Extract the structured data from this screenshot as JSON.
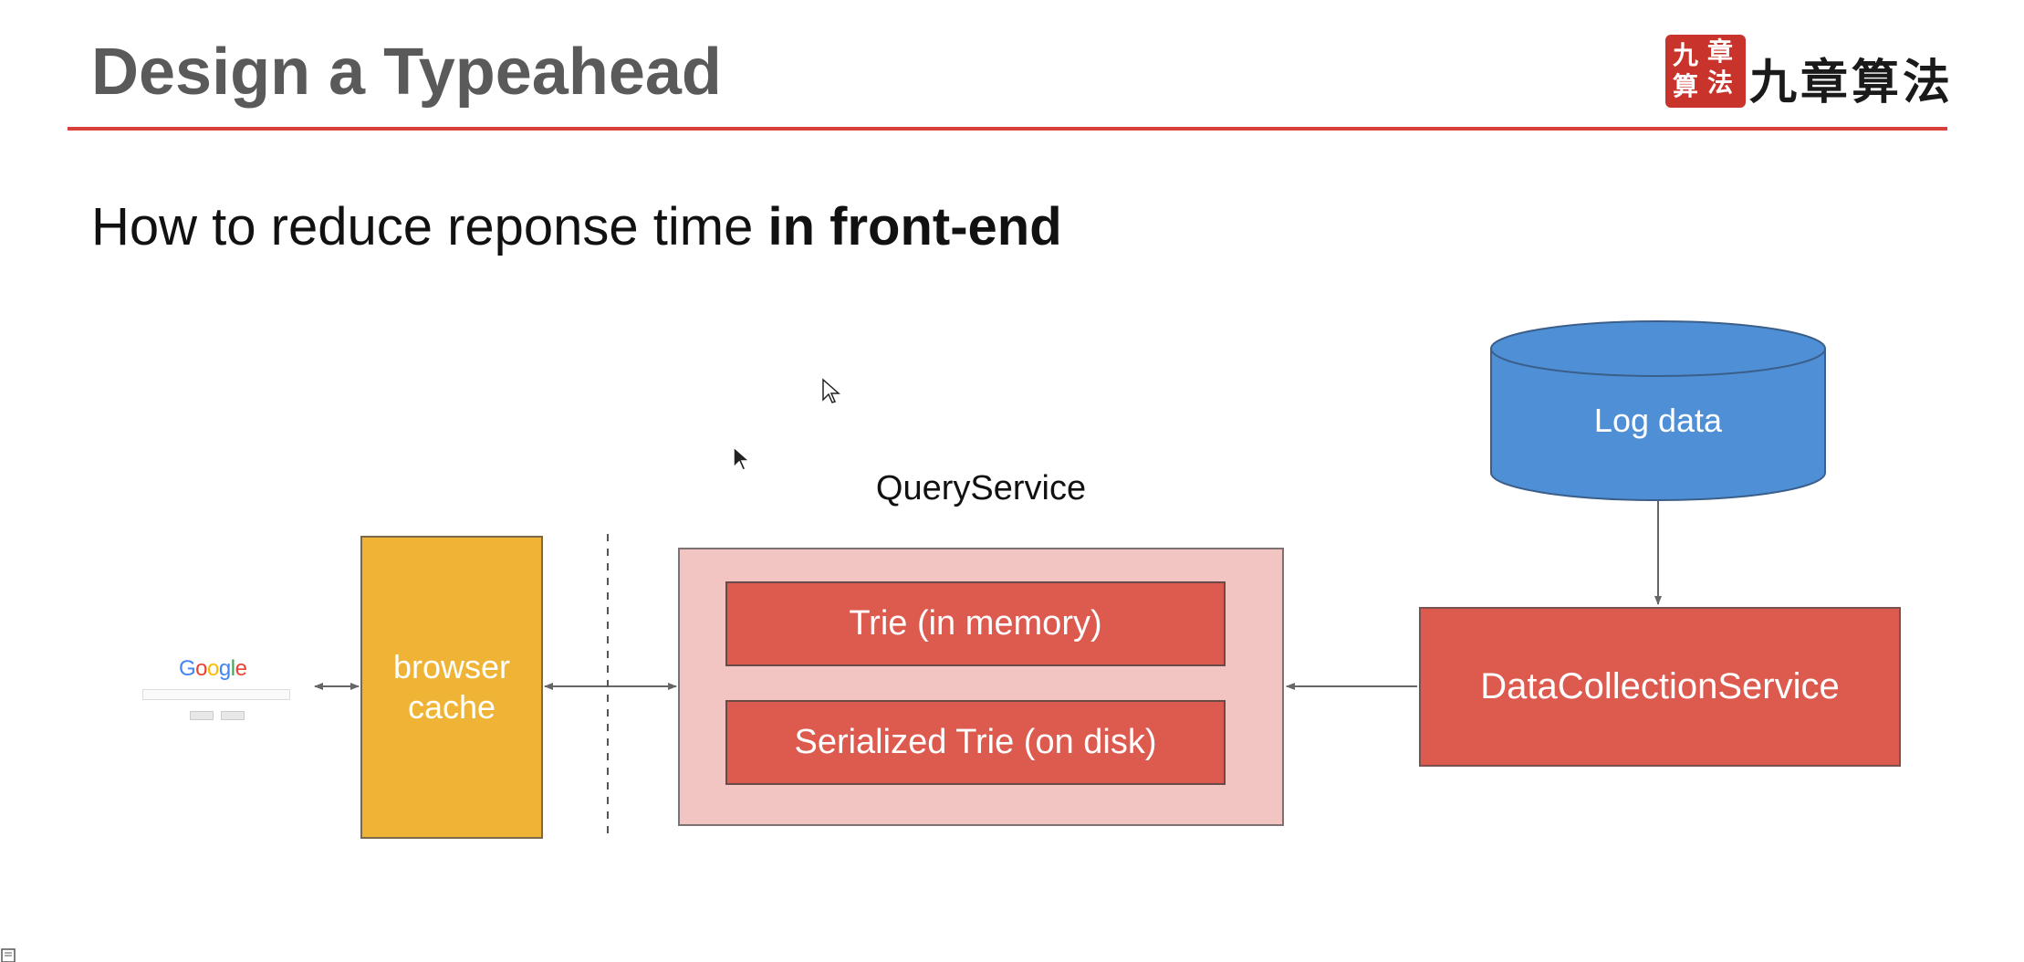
{
  "slide": {
    "title": "Design a Typeahead",
    "subtitle_regular": "How to reduce reponse time ",
    "subtitle_bold": "in front-end"
  },
  "logo": {
    "seal_chars": [
      "九",
      "章",
      "算",
      "法"
    ],
    "text": "九章算法",
    "seal_color": "#c8332b"
  },
  "diagram": {
    "client": {
      "google_letters": [
        "G",
        "o",
        "o",
        "g",
        "l",
        "e"
      ]
    },
    "browser_cache": {
      "label_line1": "browser",
      "label_line2": "cache",
      "color": "#efb435"
    },
    "query_service": {
      "label": "QueryService",
      "color": "#f2c4c2",
      "trie_memory": "Trie (in memory)",
      "trie_disk": "Serialized Trie (on disk)"
    },
    "data_collection_service": {
      "label": "DataCollectionService",
      "color": "#dd5a4f"
    },
    "log_data": {
      "label": "Log data",
      "color": "#4f8fd6"
    }
  },
  "colors": {
    "title_text": "#5a5a5a",
    "rule": "#d9403a",
    "arrow": "#666666"
  }
}
